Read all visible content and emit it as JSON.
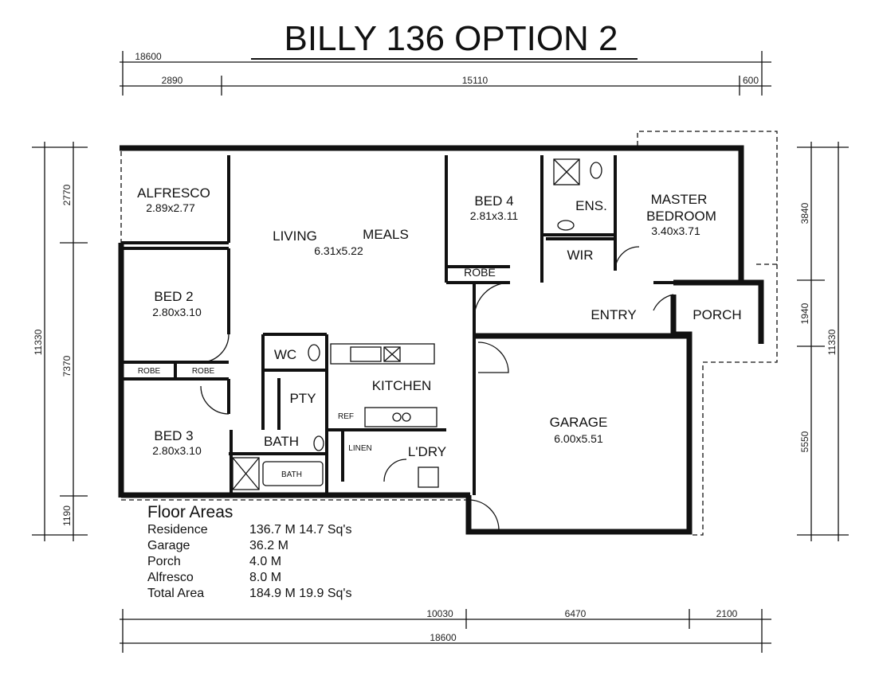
{
  "title": "BILLY 136 OPTION 2",
  "dimensions": {
    "top_overall": "18600",
    "top_segments": [
      "2890",
      "15110",
      "600"
    ],
    "bottom_segments": [
      "10030",
      "6470",
      "2100"
    ],
    "bottom_overall": "18600",
    "left_overall": "11330",
    "left_segments": [
      "2770",
      "7370",
      "1190"
    ],
    "right_segments": [
      "3840",
      "1940",
      "5550"
    ],
    "right_overall": "11330"
  },
  "rooms": {
    "alfresco": {
      "name": "ALFRESCO",
      "size": "2.89x2.77"
    },
    "living": {
      "name": "LIVING"
    },
    "meals": {
      "name": "MEALS",
      "size": "6.31x5.22"
    },
    "bed4": {
      "name": "BED 4",
      "size": "2.81x3.11"
    },
    "ens": {
      "name": "ENS."
    },
    "master": {
      "name1": "MASTER",
      "name2": "BEDROOM",
      "size": "3.40x3.71"
    },
    "wir": {
      "name": "WIR"
    },
    "robe_bed4": "ROBE",
    "bed2": {
      "name": "BED 2",
      "size": "2.80x3.10"
    },
    "robe_bed2": "ROBE",
    "robe_bed3": "ROBE",
    "bed3": {
      "name": "BED 3",
      "size": "2.80x3.10"
    },
    "wc": {
      "name": "WC"
    },
    "pty": {
      "name": "PTY"
    },
    "kitchen": {
      "name": "KITCHEN"
    },
    "ref": "REF",
    "bath": {
      "name": "BATH"
    },
    "bathtub": "BATH",
    "linen": "LINEN",
    "laundry": {
      "name": "L'DRY"
    },
    "entry": {
      "name": "ENTRY"
    },
    "porch": {
      "name": "PORCH"
    },
    "garage": {
      "name": "GARAGE",
      "size": "6.00x5.51"
    }
  },
  "floor_areas": {
    "heading": "Floor Areas",
    "rows": [
      {
        "label": "Residence",
        "value": "136.7 M 14.7 Sq's"
      },
      {
        "label": "Garage",
        "value": "36.2 M"
      },
      {
        "label": "Porch",
        "value": "4.0 M"
      },
      {
        "label": "Alfresco",
        "value": "8.0 M"
      },
      {
        "label": "Total Area",
        "value": "184.9 M 19.9 Sq's"
      }
    ]
  }
}
